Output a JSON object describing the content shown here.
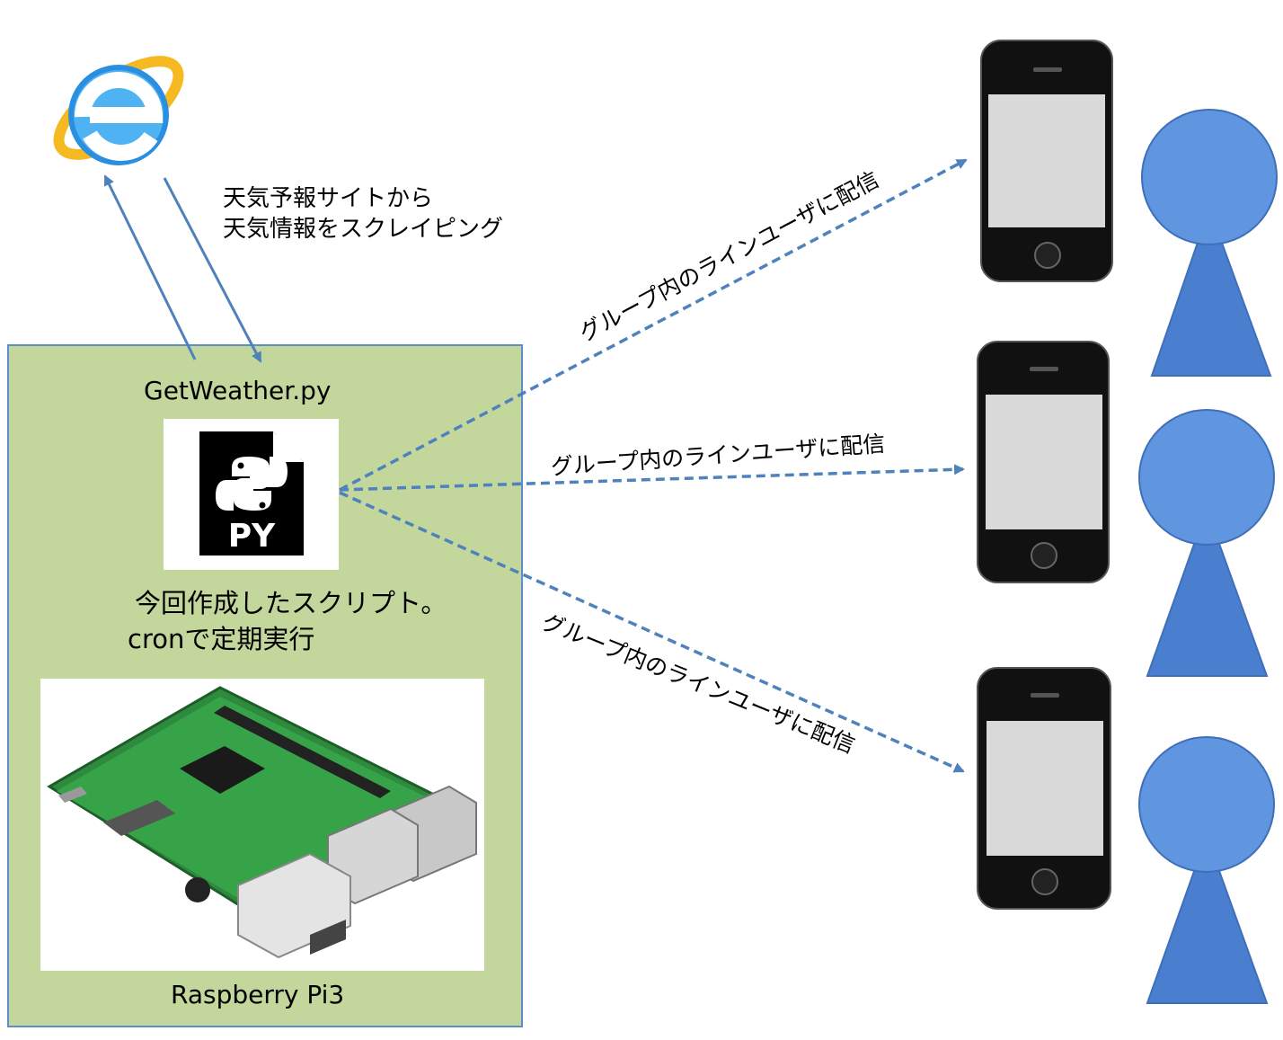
{
  "scrape_label": {
    "line1": "天気予報サイトから",
    "line2": "天気情報をスクレイピング"
  },
  "server": {
    "script_name": "GetWeather.py",
    "file_badge": "PY",
    "description_line1": "今回作成したスクリプト。",
    "description_line2": "cronで定期実行",
    "board_label": "Raspberry Pi3"
  },
  "deliveries": [
    {
      "label": "グループ内のラインユーザに配信"
    },
    {
      "label": "グループ内のラインユーザに配信"
    },
    {
      "label": "グループ内のラインユーザに配信"
    }
  ],
  "icons": {
    "browser": "internet-explorer-icon",
    "python_file": "python-file-icon",
    "board": "raspberry-pi-board",
    "phone": "smartphone-icon",
    "user": "user-figure-icon"
  },
  "colors": {
    "server_box": "#c3d69b",
    "arrow": "#4f81bd",
    "person": "#5b8fd9",
    "phone_body": "#111111",
    "phone_screen": "#d9d9d9"
  }
}
